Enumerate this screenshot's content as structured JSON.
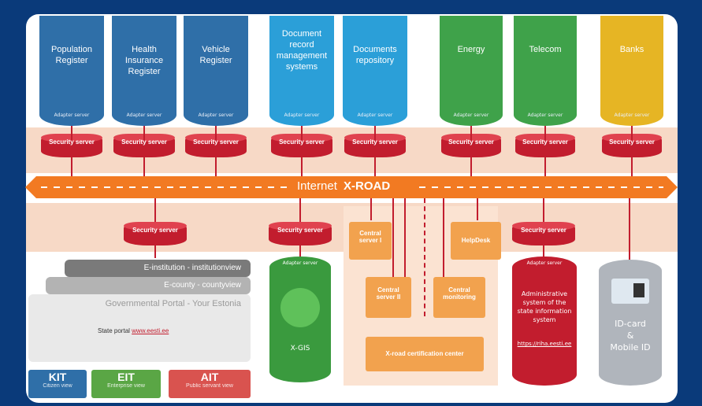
{
  "registers": [
    {
      "label": "Population\nRegister",
      "adapter": "Adapter server",
      "color": "#2f6fa8"
    },
    {
      "label": "Health\nInsurance\nRegister",
      "adapter": "Adapter server",
      "color": "#2f6fa8"
    },
    {
      "label": "Vehicle\nRegister",
      "adapter": "Adapter server",
      "color": "#2f6fa8"
    },
    {
      "label": "Document\nrecord\nmanagement\nsystems",
      "adapter": "Adapter server",
      "color": "#2b9fd8"
    },
    {
      "label": "Documents\nrepository",
      "adapter": "Adapter server",
      "color": "#2b9fd8"
    },
    {
      "label": "Energy",
      "adapter": "Adapter server",
      "color": "#3fa24a"
    },
    {
      "label": "Telecom",
      "adapter": "Adapter server",
      "color": "#3fa24a"
    },
    {
      "label": "Banks",
      "adapter": "Adapter server",
      "color": "#e6b524"
    }
  ],
  "security_server_label": "Security server",
  "xroad": {
    "internet": "Internet",
    "name": "X-ROAD"
  },
  "central": {
    "server1": "Central\nserver I",
    "server2": "Central\nserver II",
    "monitoring": "Central\nmonitoring",
    "helpdesk": "HelpDesk",
    "certification": "X-road certification center"
  },
  "xgis": {
    "label": "X-GIS",
    "adapter": "Adapter server"
  },
  "admin_system": {
    "adapter": "Adapter server",
    "text": "Administrative\nsystem of the\nstate information\nsystem",
    "link": "https://riha.eesti.ee"
  },
  "idcard": {
    "text": "ID-card\n&\nMobile ID"
  },
  "portals": {
    "institution": "E-institution - institutionview",
    "county": "E-county - countyview",
    "governmental": "Governmental Portal - Your Estonia",
    "state_portal_prefix": "State portal",
    "state_portal_link": "www.eesti.ee"
  },
  "views": [
    {
      "code": "KIT",
      "sub": "Citizen view",
      "color": "#2f6fa8"
    },
    {
      "code": "EIT",
      "sub": "Enterprise view",
      "color": "#5aa645"
    },
    {
      "code": "AIT",
      "sub": "Public servant view",
      "color": "#d9534f"
    }
  ],
  "colors": {
    "security": "#c21d2e",
    "xroad": "#f27a22",
    "central": "#f2a24e"
  }
}
